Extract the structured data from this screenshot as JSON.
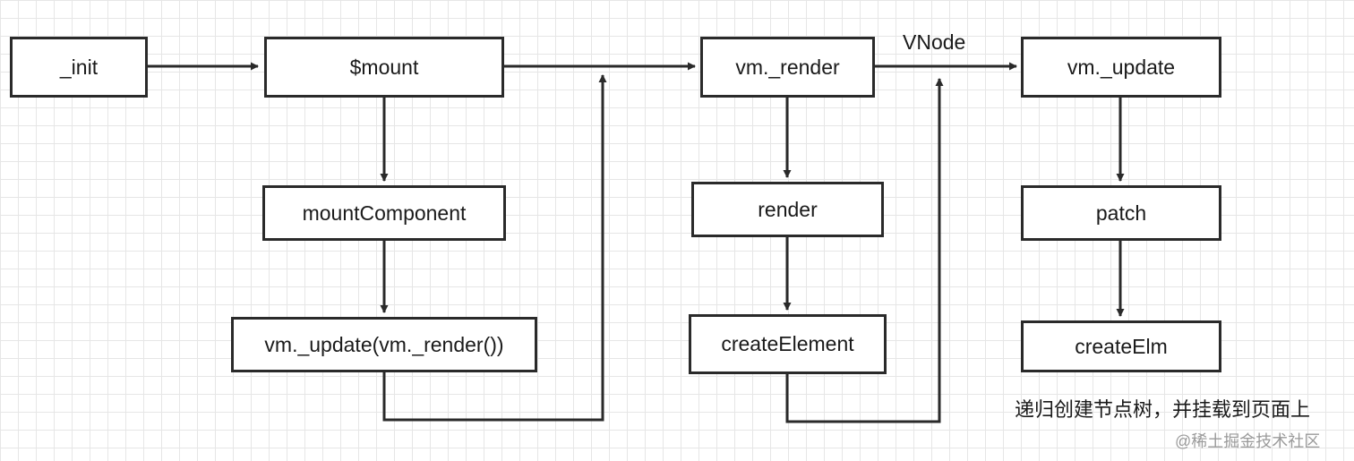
{
  "nodes": {
    "init": "_init",
    "mount": "$mount",
    "mount_component": "mountComponent",
    "vm_update_render": "vm._update(vm._render())",
    "vm_render": "vm._render",
    "render": "render",
    "create_element": "createElement",
    "vm_update": "vm._update",
    "patch": "patch",
    "create_elm": "createElm"
  },
  "edge_label": "VNode",
  "caption": "递归创建节点树，并挂载到页面上",
  "watermark": "@稀土掘金技术社区",
  "colors": {
    "stroke": "#2a2a2a",
    "grid": "#e6e6e6",
    "background": "#ffffff"
  }
}
